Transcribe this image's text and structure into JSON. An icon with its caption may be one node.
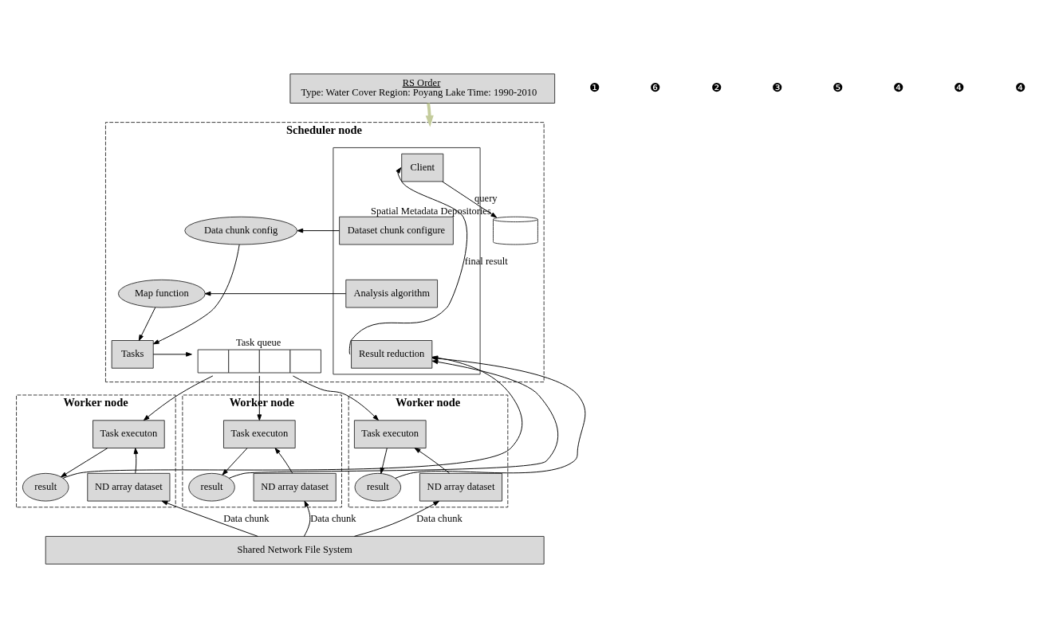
{
  "diagram": {
    "nodes": [
      {
        "text": [
          "RS Order",
          "Type: Water Cover Region: Poyang Lake Time: 1990-2010"
        ]
      },
      {
        "text": [
          "Scheduler node"
        ]
      },
      {
        "text": [],
        "shape": "box",
        "in": 1
      },
      {
        "text": [
          "Client"
        ],
        "in": 2
      },
      {
        "text": [
          "Dataset chunk configure"
        ],
        "in": 2
      },
      {
        "text": [
          "Analysis algorithm"
        ],
        "in": 2
      },
      {
        "text": [
          "Result reduction"
        ],
        "in": 2
      },
      {
        "text": [],
        "shape": "cylinder",
        "in": 1,
        "beside": [
          "Spatial Metadata Depositories"
        ]
      },
      {
        "text": [
          "Data chunk config"
        ],
        "in": 1
      },
      {
        "text": [
          "Map function"
        ],
        "in": 1
      },
      {
        "text": [
          "Tasks"
        ],
        "in": 1
      },
      {
        "text": [
          "Task queue"
        ],
        "in": 1
      },
      {
        "text": [
          "Worker node"
        ]
      },
      {
        "text": [
          "Task executon"
        ],
        "in": 12
      },
      {
        "text": [
          "result"
        ],
        "in": 12
      },
      {
        "text": [
          "ND array dataset"
        ],
        "in": 12
      },
      {
        "text": [
          "Worker node"
        ]
      },
      {
        "text": [
          "Task executon"
        ],
        "in": 16
      },
      {
        "text": [
          "result"
        ],
        "in": 16
      },
      {
        "text": [
          "ND array dataset"
        ],
        "in": 16
      },
      {
        "text": [
          "Worker node"
        ]
      },
      {
        "text": [
          "Task executon"
        ],
        "in": 20
      },
      {
        "text": [
          "result"
        ],
        "in": 20
      },
      {
        "text": [
          "ND array dataset"
        ],
        "in": 20
      },
      {
        "text": [
          "Shared Network File System"
        ]
      }
    ],
    "edges": [
      {
        "from": 0,
        "to": 1,
        "arrow": "to",
        "style": "thick",
        "color": "#c4cc9c"
      },
      {
        "from": 3,
        "to": 7,
        "arrow": "to",
        "label": "query"
      },
      {
        "from": 4,
        "to": 8,
        "arrow": "to"
      },
      {
        "from": 5,
        "to": 9,
        "arrow": "to"
      },
      {
        "from": 8,
        "to": 10,
        "arrow": "to"
      },
      {
        "from": 9,
        "to": 10,
        "arrow": "to"
      },
      {
        "from": 10,
        "to": 11,
        "arrow": "to"
      },
      {
        "from": 11,
        "to": 13,
        "arrow": "to"
      },
      {
        "from": 11,
        "to": 17,
        "arrow": "to"
      },
      {
        "from": 11,
        "to": 21,
        "arrow": "to"
      },
      {
        "from": 13,
        "to": 14,
        "arrow": "to"
      },
      {
        "from": 15,
        "to": 13,
        "arrow": "to"
      },
      {
        "from": 17,
        "to": 18,
        "arrow": "to"
      },
      {
        "from": 19,
        "to": 17,
        "arrow": "to"
      },
      {
        "from": 21,
        "to": 22,
        "arrow": "to"
      },
      {
        "from": 23,
        "to": 21,
        "arrow": "to"
      },
      {
        "from": 24,
        "to": 15,
        "arrow": "to",
        "label": "Data chunk"
      },
      {
        "from": 24,
        "to": 19,
        "arrow": "to",
        "label": "Data chunk"
      },
      {
        "from": 24,
        "to": 23,
        "arrow": "to",
        "label": "Data chunk"
      },
      {
        "from": 14,
        "to": 6,
        "arrow": "to"
      },
      {
        "from": 18,
        "to": 6,
        "arrow": "to"
      },
      {
        "from": 22,
        "to": 6,
        "arrow": "to"
      },
      {
        "from": 6,
        "to": 3,
        "arrow": "to",
        "label": "final result"
      }
    ],
    "labels": [
      "❶",
      "❻",
      "❷",
      "❸",
      "❺",
      "❹",
      "❹",
      "❹"
    ]
  }
}
